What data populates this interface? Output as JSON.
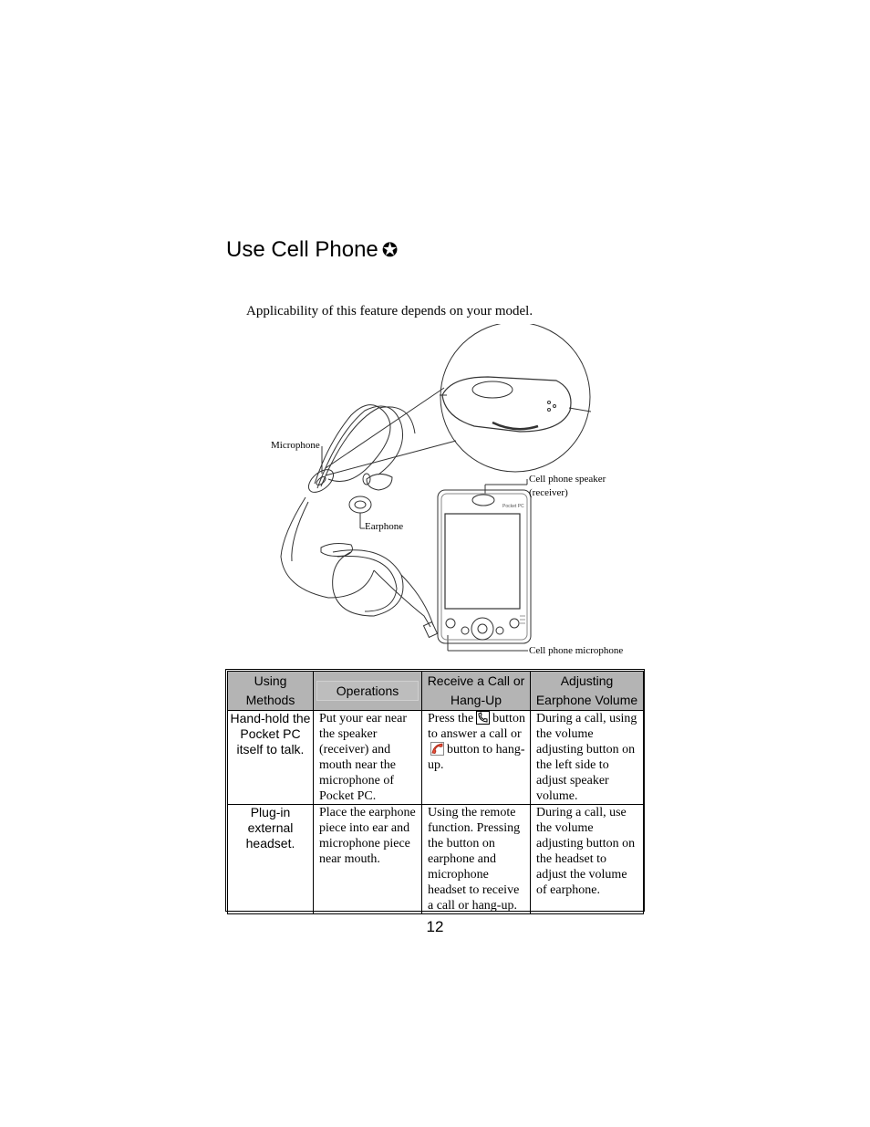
{
  "page": {
    "title": "Use Cell Phone",
    "title_icon": "✪",
    "note": "Applicability of this feature depends on your model.",
    "page_number": "12"
  },
  "figure": {
    "labels": {
      "microphone": "Microphone",
      "earphone": "Earphone",
      "speaker_line1": "Cell phone speaker",
      "speaker_line2": "(receiver)",
      "cell_microphone": "Cell phone microphone",
      "device_brand": "Pocket PC"
    }
  },
  "table": {
    "headers": {
      "methods": "Using Methods",
      "operations": "Operations",
      "receive": "Receive a Call or Hang-Up",
      "volume": "Adjusting Earphone Volume"
    },
    "rows": [
      {
        "method": "Hand-hold the Pocket PC itself to talk.",
        "operation": "Put your ear near the speaker (receiver) and mouth near the microphone of Pocket PC.",
        "receive_pre": "Press the",
        "receive_mid": "button to answer a call or",
        "receive_post": "button to hang-up.",
        "volume": "During a call, using the volume adjusting button on the left side to adjust speaker volume."
      },
      {
        "method": "Plug-in external headset.",
        "operation": "Place the earphone piece into ear and microphone piece near mouth.",
        "receive": "Using the remote function. Pressing the button on earphone and microphone headset to receive a call or hang-up.",
        "volume": "During a call, use the volume adjusting button on the headset to adjust the volume of earphone."
      }
    ],
    "icons": {
      "answer": "phone-answer-icon",
      "hangup": "phone-hangup-icon"
    }
  }
}
